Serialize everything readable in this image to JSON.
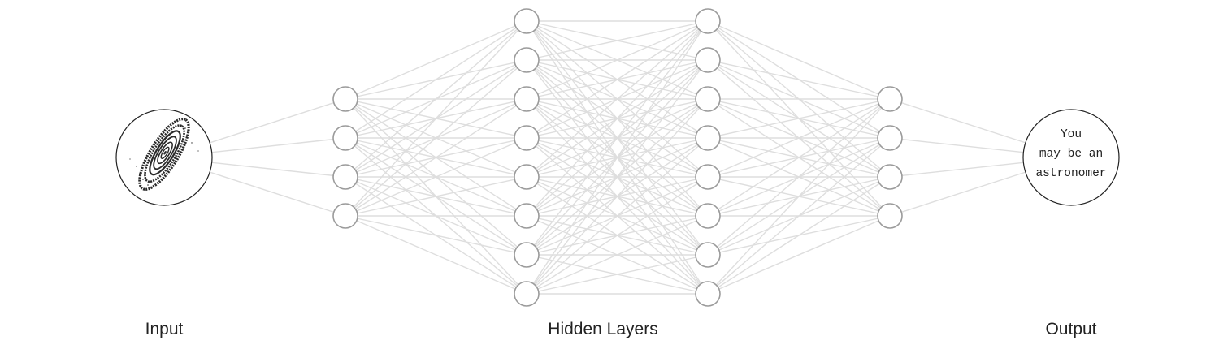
{
  "labels": {
    "input": "Input",
    "hidden": "Hidden Layers",
    "output": "Output"
  },
  "output_text": [
    "You",
    "may be an",
    "astronomer"
  ],
  "input_image": "spiral-galaxy-sketch",
  "network": {
    "layer_sizes": [
      1,
      4,
      8,
      8,
      4,
      1
    ],
    "fully_connected": true
  },
  "colors": {
    "edge": "#dedede",
    "node_stroke": "#9b9b9b",
    "endpoint_stroke": "#222222",
    "text": "#222222"
  }
}
